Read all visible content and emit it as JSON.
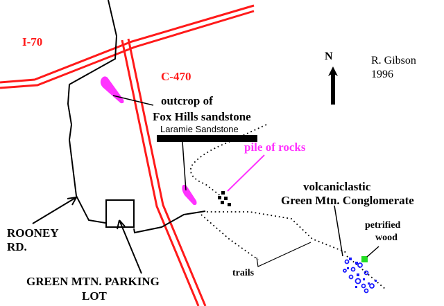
{
  "labels": {
    "i70": "I-70",
    "c470": "C-470",
    "north": "N",
    "author": "R. Gibson",
    "year": "1996",
    "outcrop_line1": "outcrop of",
    "outcrop_line2": "Fox Hills sandstone",
    "laramie": "Laramie Sandstone",
    "pile": "pile of rocks",
    "volc_line1": "volcaniclastic",
    "volc_line2": "Green Mtn. Conglomerate",
    "petrified_line1": "petrified",
    "petrified_line2": "wood",
    "rooney_line1": "ROONEY",
    "rooney_line2": "RD.",
    "parking_line1": "GREEN MTN. PARKING",
    "parking_line2": "LOT",
    "trails": "trails"
  },
  "colors": {
    "highway": "#ff1a1a",
    "outcrop": "#ff33ff",
    "conglomerate": "#1a1aff",
    "petrified_wood": "#22dd22",
    "ink": "#000000"
  },
  "icons": {
    "north_arrow": "north-arrow-icon",
    "parking": "parking-lot-square",
    "rocks": "rock-pile-squares"
  }
}
